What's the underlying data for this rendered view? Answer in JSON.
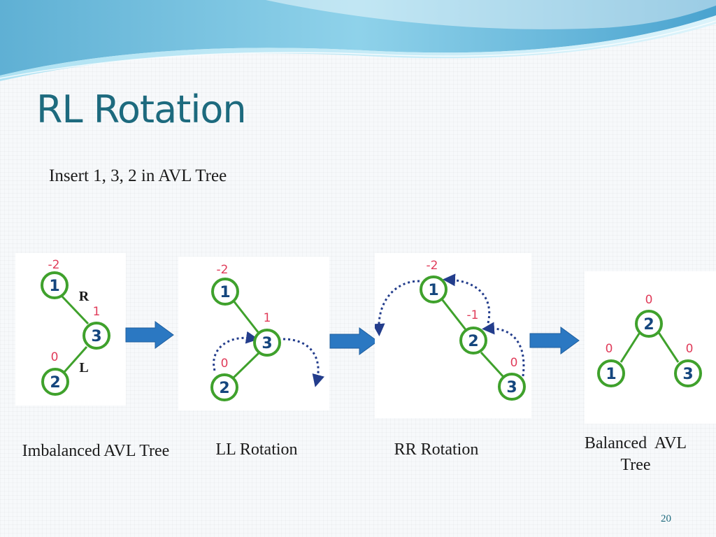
{
  "slide": {
    "title": "RL Rotation",
    "subtitle": "Insert 1, 3, 2 in AVL Tree",
    "page_number": "20"
  },
  "colors": {
    "title": "#1d6a7e",
    "node_stroke": "#3fa12c",
    "node_text": "#15467e",
    "balance_factor": "#e03c5a",
    "rotation_arrow": "#233d8c",
    "flow_arrow": "#2b78c2"
  },
  "diagrams": [
    {
      "caption": "Imbalanced AVL Tree",
      "nodes": [
        {
          "label": "1",
          "bf": "-2"
        },
        {
          "label": "3",
          "bf": "1"
        },
        {
          "label": "2",
          "bf": "0"
        }
      ],
      "edge_labels": [
        "R",
        "L"
      ]
    },
    {
      "caption": "LL Rotation",
      "nodes": [
        {
          "label": "1",
          "bf": "-2"
        },
        {
          "label": "3",
          "bf": "1"
        },
        {
          "label": "2",
          "bf": "0"
        }
      ]
    },
    {
      "caption": "RR Rotation",
      "nodes": [
        {
          "label": "1",
          "bf": "-2"
        },
        {
          "label": "2",
          "bf": "-1"
        },
        {
          "label": "3",
          "bf": "0"
        }
      ]
    },
    {
      "caption_line1": "Balanced  AVL",
      "caption_line2": "Tree",
      "nodes": [
        {
          "label": "2",
          "bf": "0"
        },
        {
          "label": "1",
          "bf": "0"
        },
        {
          "label": "3",
          "bf": "0"
        }
      ]
    }
  ]
}
